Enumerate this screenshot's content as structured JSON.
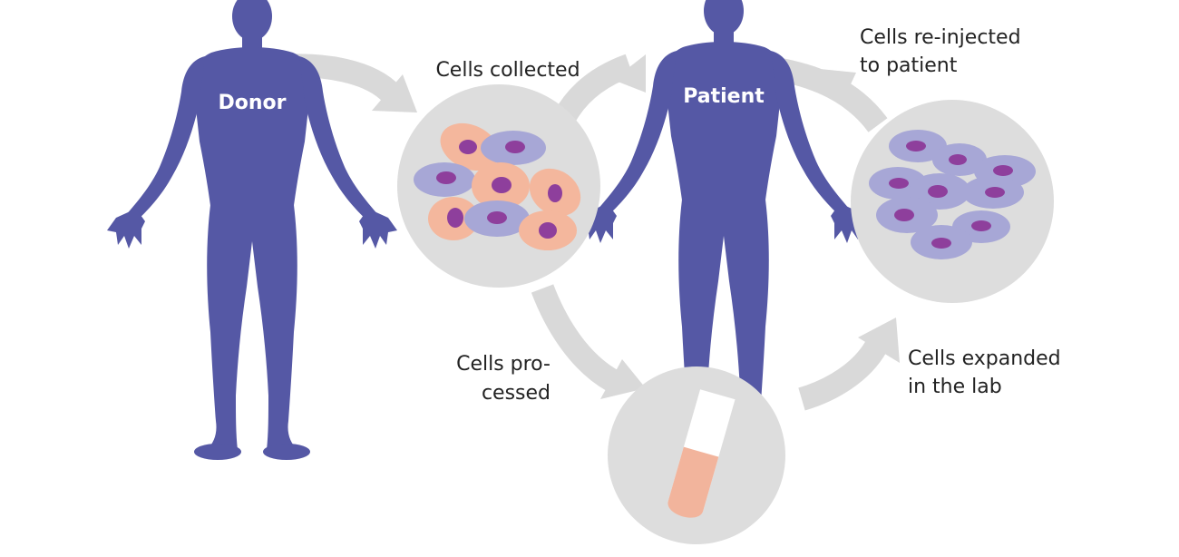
{
  "figures": {
    "donor": {
      "label": "Donor"
    },
    "patient": {
      "label": "Patient"
    }
  },
  "steps": {
    "collected": {
      "line1": "Cells collected"
    },
    "processed": {
      "line1": "Cells pro-",
      "line2": "cessed"
    },
    "expanded": {
      "line1": "Cells expanded",
      "line2": "in the lab"
    },
    "reinjected": {
      "line1": "Cells re-injected",
      "line2": "to patient"
    }
  },
  "colors": {
    "figure": "#5558a5",
    "arrow": "#d9d9d9",
    "circle": "#dddddd",
    "cell_orange": "#f4b79d",
    "cell_lavender": "#a7a7d6",
    "nucleus": "#8e3f9c",
    "tube_fill": "#f2b49c"
  }
}
